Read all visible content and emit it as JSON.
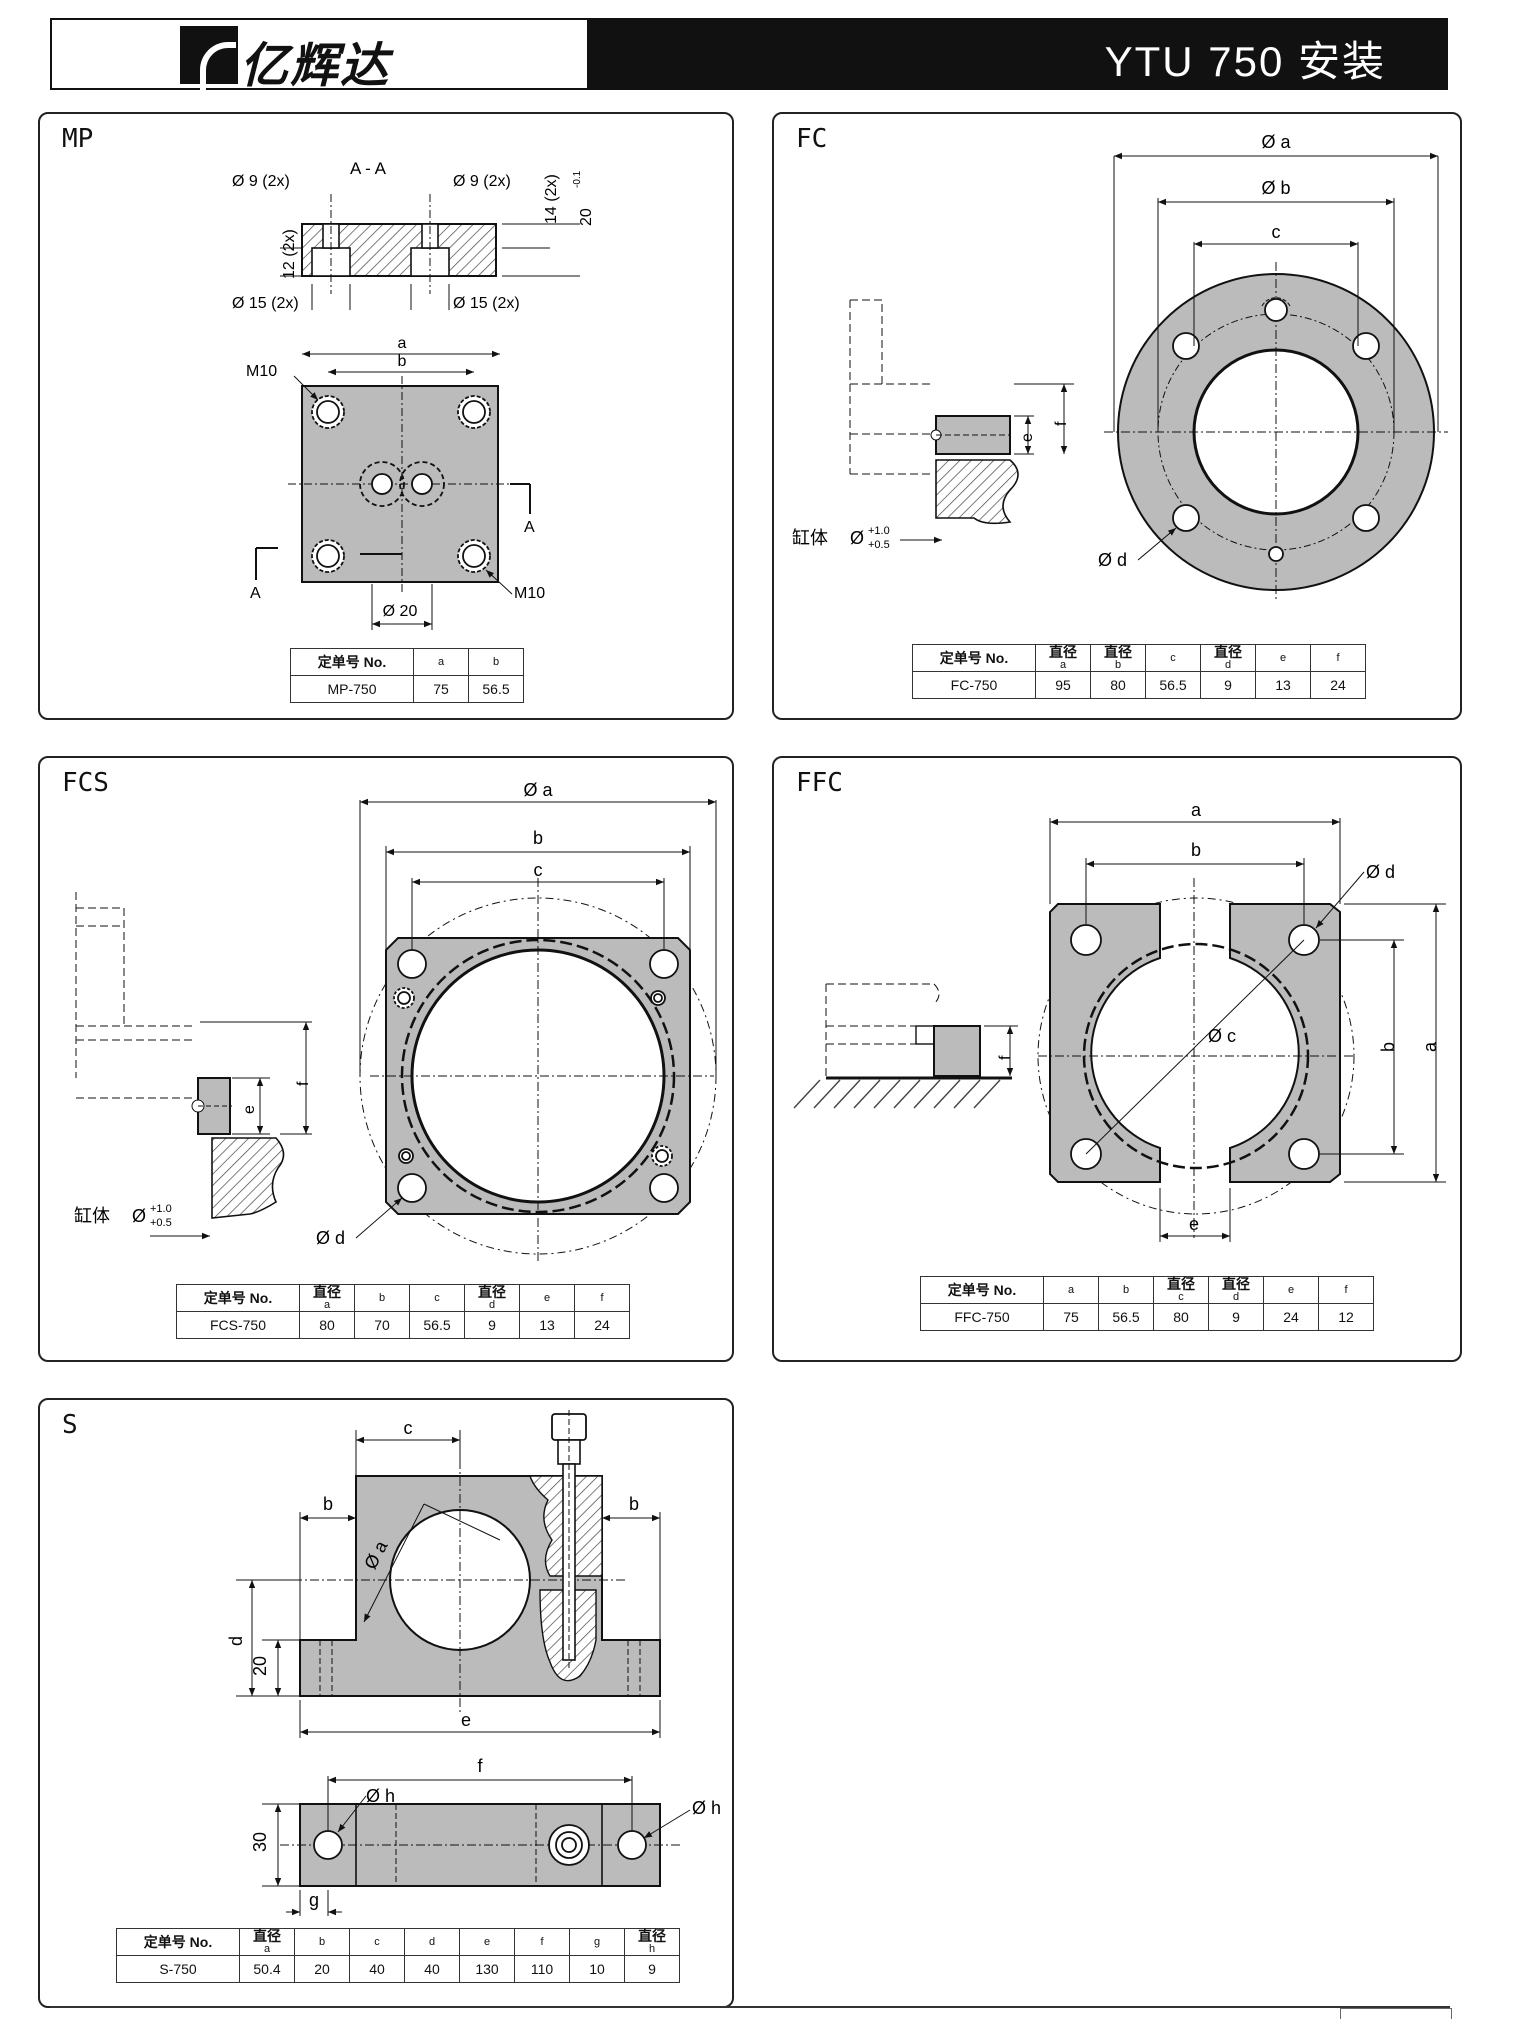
{
  "header": {
    "brand": "亿辉达",
    "title": "YTU 750 安装"
  },
  "labels": {
    "no_header": "定单号 No.",
    "dia": "直径",
    "cyl": "缸体",
    "tol_upper": "+1.0",
    "tol_lower": "+0.5"
  },
  "mp": {
    "title": "MP",
    "labels": {
      "section": "A - A",
      "d9": "Ø 9 (2x)",
      "d15": "Ø 15 (2x)",
      "h14": "14 (2x)",
      "h12": "12 (2x)",
      "h20": "20",
      "tol": "-0.1",
      "tol0": "-0",
      "a": "a",
      "b": "b",
      "m10": "M10",
      "A": "A",
      "d20": "Ø 20"
    },
    "table": {
      "headers": [
        "a",
        "b"
      ],
      "row": [
        "MP-750",
        "75",
        "56.5"
      ]
    }
  },
  "fc": {
    "title": "FC",
    "labels": {
      "oa": "Ø a",
      "ob": "Ø b",
      "c": "c",
      "od": "Ø d",
      "e": "e",
      "f": "f",
      "phi": "Ø"
    },
    "table": {
      "headers": [
        "a",
        "b",
        "c",
        "d",
        "e",
        "f"
      ],
      "dia_cols": [
        0,
        1,
        3
      ],
      "row": [
        "FC-750",
        "95",
        "80",
        "56.5",
        "9",
        "13",
        "24"
      ]
    }
  },
  "fcs": {
    "title": "FCS",
    "labels": {
      "oa": "Ø a",
      "b": "b",
      "c": "c",
      "od": "Ø d",
      "e": "e",
      "f": "f",
      "phi": "Ø"
    },
    "table": {
      "headers": [
        "a",
        "b",
        "c",
        "d",
        "e",
        "f"
      ],
      "dia_cols": [
        0,
        3
      ],
      "row": [
        "FCS-750",
        "80",
        "70",
        "56.5",
        "9",
        "13",
        "24"
      ]
    }
  },
  "ffc": {
    "title": "FFC",
    "labels": {
      "a": "a",
      "b": "b",
      "od": "Ø d",
      "oc": "Ø c",
      "e": "e",
      "f": "f"
    },
    "table": {
      "headers": [
        "a",
        "b",
        "c",
        "d",
        "e",
        "f"
      ],
      "dia_cols": [
        2,
        3
      ],
      "row": [
        "FFC-750",
        "75",
        "56.5",
        "80",
        "9",
        "24",
        "12"
      ]
    }
  },
  "s": {
    "title": "S",
    "labels": {
      "c": "c",
      "b": "b",
      "oa": "Ø a",
      "d": "d",
      "h20": "20",
      "e": "e",
      "f": "f",
      "oh": "Ø h",
      "h30": "30",
      "g": "g"
    },
    "table": {
      "headers": [
        "a",
        "b",
        "c",
        "d",
        "e",
        "f",
        "g",
        "h"
      ],
      "dia_cols": [
        0,
        7
      ],
      "row": [
        "S-750",
        "50.4",
        "20",
        "40",
        "40",
        "130",
        "110",
        "10",
        "9"
      ]
    }
  }
}
